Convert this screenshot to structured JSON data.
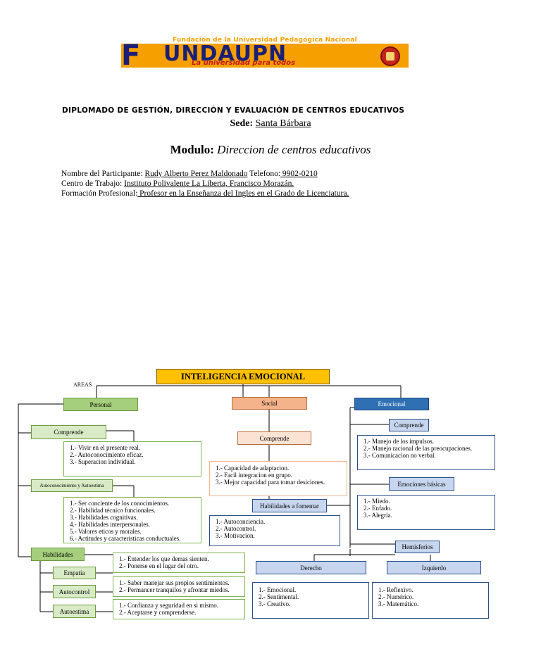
{
  "logo": {
    "top_line": "Fundación de la Universidad Pedagógica Nacional",
    "letter": "F",
    "word": "UNDAUPN",
    "tagline": "La universidad para todos"
  },
  "header": {
    "diplomado": "DIPLOMADO DE GESTIÓN, DIRECCIÓN Y EVALUACIÓN DE CENTROS EDUCATIVOS",
    "sede_label": "Sede:",
    "sede_value": "Santa Bárbara",
    "modulo_label": "Modulo:",
    "modulo_value": "Direccion de centros educativos"
  },
  "participant": {
    "name_label": "Nombre del Participante:",
    "name_value": "Rudy Alberto Perez Maldonado",
    "phone_label": "Telefono:",
    "phone_value": " 9902-0210",
    "work_label": "Centro de Trabajo:",
    "work_value": "Instituto Polivalente La Liberta, Francisco Morazán.",
    "prof_label": "Formación Profesional:",
    "prof_value": " Profesor en la Enseñanza del Ingles en el Grado de Licenciatura."
  },
  "diagram": {
    "title": "INTELIGENCIA EMOCIONAL",
    "areas_label": "AREAS",
    "personal": {
      "label": "Personal",
      "comprende": "Comprende",
      "comprende_items": [
        "1.- Vivir en el presente real.",
        "2.- Autoconocimiento eficaz.",
        "3.- Superacion individual."
      ],
      "auto": "Autoconocimiento y Autoestima",
      "auto_items": [
        "1.- Ser conciente de los conocimientos.",
        "2.- Habilidad técnico funcionales.",
        "3.- Habilidades cognitivas.",
        "4.- Habilidades interpersonales.",
        "5.- Valores eticos y morales.",
        "6.- Actitudes y caracteristicas conductuales."
      ],
      "habilidades": "Habilidades",
      "empatia": "Empatia",
      "empatia_items": [
        "1.- Entender los que demas sienten.",
        "2.- Ponerse en el lugar del otro."
      ],
      "autocontrol": "Autocontrol",
      "autocontrol_items": [
        "1.- Saber manejar sus propios sentimientos.",
        "2.- Permancer tranquilos y afrontar miedos."
      ],
      "autoestima": "Autoestima",
      "autoestima_items": [
        "1.- Confianza y seguridad en si mismo.",
        "2.- Aceptarse y comprenderse."
      ]
    },
    "social": {
      "label": "Social",
      "comprende": "Comprende",
      "comprende_items": [
        "1.- Capacidad de adaptacion.",
        "2.- Facil integracion en grupo.",
        "3.- Mejor capacidad para tomar desiciones."
      ],
      "habilidades": "Habilidades a fomentar",
      "habilidades_items": [
        "1.- Autoconciencia.",
        "2.- Autocontrol.",
        "3.- Motivacion."
      ]
    },
    "emocional": {
      "label": "Emocional",
      "comprende": "Comprende",
      "comprende_items": [
        "1.- Manejo de los impulsos.",
        "2.- Manejo racional de las preocupaciones.",
        "3.- Comunicacion no verbal."
      ],
      "basicas": "Emociones básicas",
      "basicas_items": [
        "1.- Miedo.",
        "2.- Enfado.",
        "3.- Alegria."
      ],
      "hemisferios": "Hemisferios",
      "derecho": "Derecho",
      "derecho_items": [
        "1.- Emocional.",
        "2.- Sentimental.",
        "3.- Creativo."
      ],
      "izquierdo": "Izquierdo",
      "izquierdo_items": [
        "1.- Reflexivo.",
        "2.- Numérico.",
        "3.- Matemático."
      ]
    }
  }
}
